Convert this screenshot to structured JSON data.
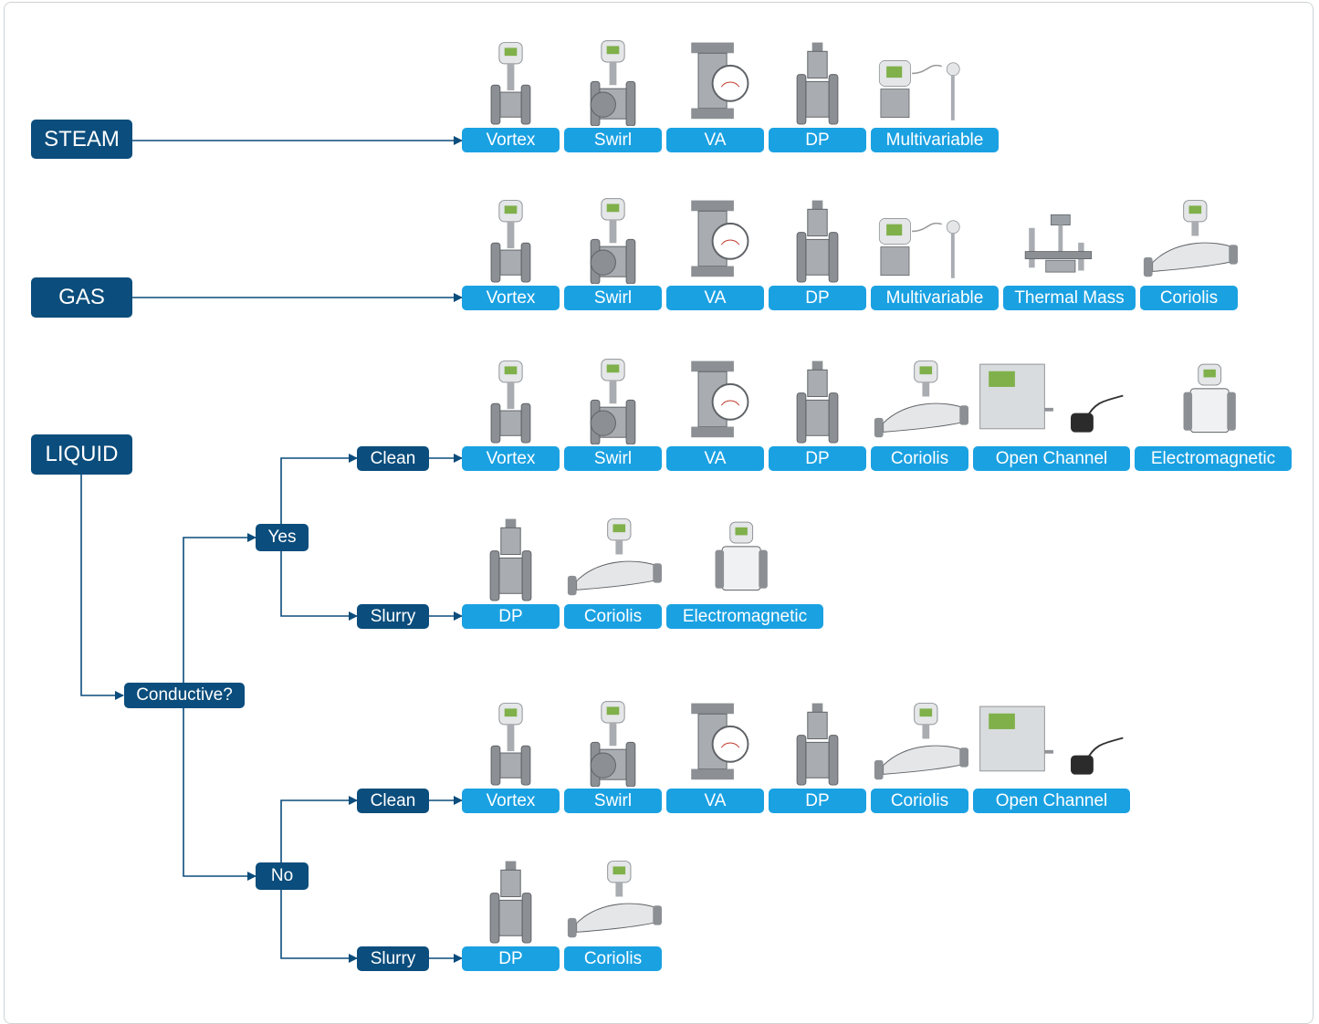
{
  "steam": {
    "label": "STEAM",
    "meters": [
      "Vortex",
      "Swirl",
      "VA",
      "DP",
      "Multivariable"
    ]
  },
  "gas": {
    "label": "GAS",
    "meters": [
      "Vortex",
      "Swirl",
      "VA",
      "DP",
      "Multivariable",
      "Thermal Mass",
      "Coriolis"
    ]
  },
  "liquid": {
    "label": "LIQUID"
  },
  "conductive": {
    "label": "Conductive?"
  },
  "yes": {
    "label": "Yes",
    "clean": {
      "label": "Clean",
      "meters": [
        "Vortex",
        "Swirl",
        "VA",
        "DP",
        "Coriolis",
        "Open Channel",
        "Electromagnetic"
      ]
    },
    "slurry": {
      "label": "Slurry",
      "meters": [
        "DP",
        "Coriolis",
        "Electromagnetic"
      ]
    }
  },
  "no": {
    "label": "No",
    "clean": {
      "label": "Clean",
      "meters": [
        "Vortex",
        "Swirl",
        "VA",
        "DP",
        "Coriolis",
        "Open Channel"
      ]
    },
    "slurry": {
      "label": "Slurry",
      "meters": [
        "DP",
        "Coriolis"
      ]
    }
  },
  "icons": {
    "Vortex": "vortex-meter-icon",
    "Swirl": "swirl-meter-icon",
    "VA": "variable-area-meter-icon",
    "DP": "dp-meter-icon",
    "Multivariable": "multivariable-transmitter-icon",
    "Thermal Mass": "thermal-mass-meter-icon",
    "Coriolis": "coriolis-meter-icon",
    "Open Channel": "open-channel-meter-icon",
    "Electromagnetic": "electromagnetic-meter-icon"
  },
  "colors": {
    "category": "#0b4d7c",
    "meter": "#1aa1e2",
    "connector": "#0b4d7c",
    "frame": "#cfd3d6"
  }
}
